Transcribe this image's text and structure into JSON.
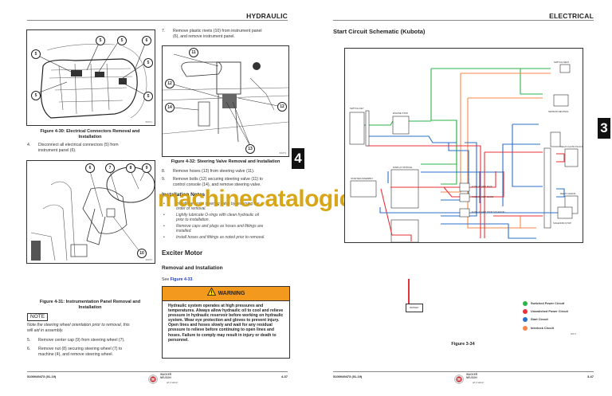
{
  "left_page": {
    "header": "HYDRAULIC",
    "figures": [
      {
        "caption": "Figure 4-30: Electrical Connectors Removal and Installation",
        "caption_l1": "Figure 4-30: Electrical Connectors Removal and",
        "caption_l2": "Installation",
        "image_id": "66071",
        "callouts": [
          "5",
          "5",
          "6",
          "5",
          "5",
          "5",
          "5"
        ]
      },
      {
        "caption": "Figure 4-31: Instrumentation Panel Removal and Installation",
        "caption_l1": "Figure 4-31: Instrumentation Panel Removal and",
        "caption_l2": "Installation",
        "image_id": "66072",
        "callouts": [
          "6",
          "7",
          "8",
          "9",
          "10"
        ]
      },
      {
        "caption": "Figure 4-32: Steering Valve Removal and Installation",
        "image_id": "66073",
        "callouts": [
          "11",
          "12",
          "12",
          "14",
          "13"
        ]
      }
    ],
    "steps": [
      {
        "num": "4.",
        "l1": "Disconnect all electrical connectors (5) from",
        "l2": "instrument panel (6)."
      },
      {
        "num": "5.",
        "l1": "Remove center cap (9) from steering wheel (7).",
        "l2": ""
      },
      {
        "num": "6.",
        "l1": "Remove nut (8) securing steering wheel (7) to",
        "l2": "machine (4), and remove steering wheel."
      },
      {
        "num": "7.",
        "l1": "Remove plastic rivets (10) from instrument panel",
        "l2": "(6), and remove instrument panel."
      },
      {
        "num": "8.",
        "l1": "Remove hoses (13) from steering valve (11).",
        "l2": ""
      },
      {
        "num": "9.",
        "l1": "Remove bolts (12) securing steering valve (11) to",
        "l2": "control console (14), and remove steering valve."
      }
    ],
    "note": {
      "label": "NOTE",
      "l1": "Note the steering wheel orientation prior to removal, this",
      "l2": "will aid in assembly."
    },
    "installation_notes": {
      "heading": "Installation Notes",
      "bullets": [
        {
          "l1": "Install the brake steering valve by reversing the",
          "l2": "order of removal."
        },
        {
          "l1": "Lightly lubricate O-rings with clean hydraulic oil",
          "l2": "prior to installation."
        },
        {
          "l1": "Remove caps and plugs as hoses and fittings are",
          "l2": "installed."
        },
        {
          "l1": "Install hoses and fittings as noted prior to removal.",
          "l2": ""
        }
      ]
    },
    "section": {
      "title": "Exciter Motor",
      "subtitle": "Removal and Installation",
      "see_prefix": "See ",
      "see_link": "Figure 4-33",
      "see_suffix": "."
    },
    "warning": {
      "title": "WARNING",
      "body": "Hydraulic system operates at high pressures and temperatures. Always allow hydraulic oil to cool and relieve pressure in hydraulic reservoir before working on hydraulic system. Wear eye protection and gloves to prevent injury. Open lines and hoses slowly and wait for any residual pressure to relieve before continuing to open lines and hoses. Failure to comply may result in injury or death to personnel."
    },
    "chapter_tab": "4",
    "footer": {
      "doc_number": "5100049473 (01-19)",
      "page": "4-37"
    }
  },
  "right_page": {
    "header": "ELECTRICAL",
    "title": "Start Circuit Schematic (Kubota)",
    "figure_caption": "Figure 3-34",
    "image_id": "66074",
    "components": [
      "SWITCH-KEY",
      "ENGINE STOP",
      "DISPLAY MODULE",
      "PUMP TIMER MODULE",
      "STARTER ASSEMBLY",
      "BATTERY",
      "SWITCH-SEAT",
      "SENSOR-NEUTRAL",
      "ENGINE GLOW PLUGS",
      "RELAY-GLOW PLUGS",
      "RELAY-CRANK",
      "RELAY-NEUTRAL",
      "SOLENOID-STOP",
      "FUSE 30 AMP MAIN",
      "FUSE 30 AMP GLOW",
      "FUSE 30 AMP STOP SOLENOID",
      "INTERNAL GROUND",
      "TERMINAL RING"
    ],
    "legend": [
      {
        "label": "Switched Power Circuit",
        "color": "#2db34a"
      },
      {
        "label": "Unswitched Power Circuit",
        "color": "#e8313a"
      },
      {
        "label": "Start Circuit",
        "color": "#2a6fc9"
      },
      {
        "label": "Interlock Circuit",
        "color": "#f5894a"
      }
    ],
    "chapter_tab": "3",
    "footer": {
      "doc_number": "5100049473 (01-19)",
      "page": "3-47"
    }
  },
  "brand": {
    "name_l1": "WACKER",
    "name_l2": "NEUSON",
    "tagline": "all it takes!"
  },
  "watermark": "machinecatalogic.com",
  "colors": {
    "switched": "#2db34a",
    "unswitched": "#e8313a",
    "start": "#2a6fc9",
    "interlock": "#f5894a",
    "warning": "#f39a1e"
  }
}
